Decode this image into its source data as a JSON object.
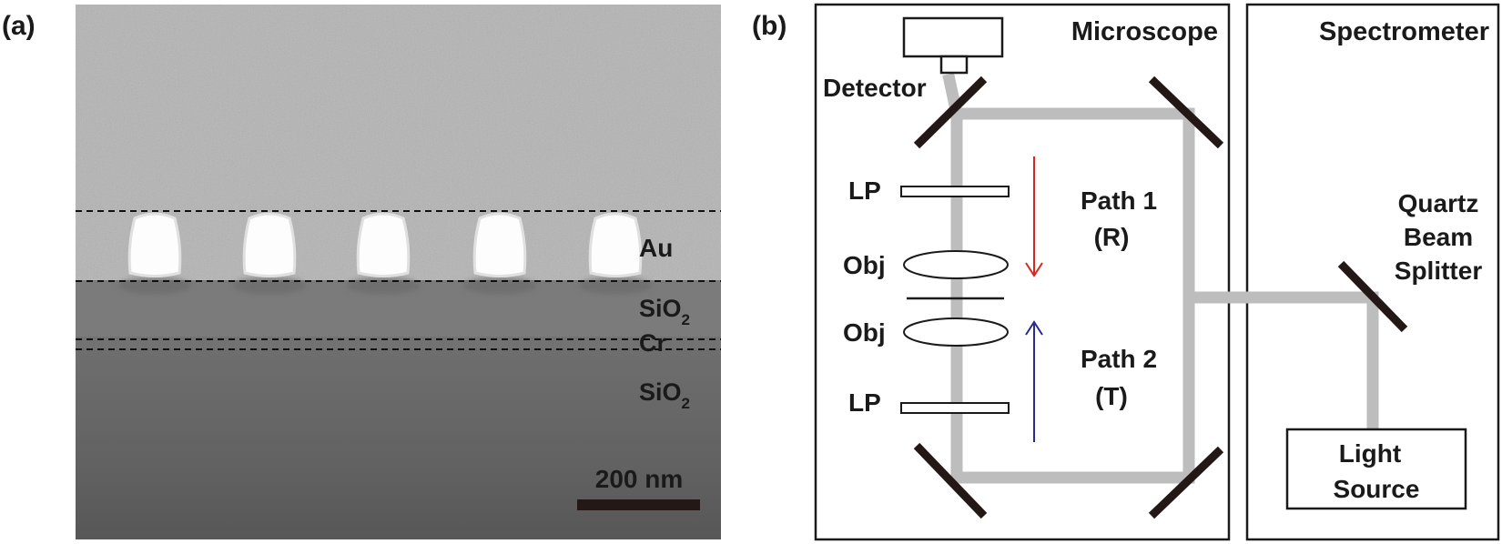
{
  "panel_a": {
    "panel_label": "(a)",
    "layers": {
      "au": "Au",
      "sio2_top_main": "SiO",
      "sio2_top_sub": "2",
      "cr": "Cr",
      "sio2_bottom_main": "SiO",
      "sio2_bottom_sub": "2"
    },
    "scale_bar_label": "200 nm",
    "particle_count": 5,
    "colors": {
      "background_top": "#b8b8b8",
      "band_sio2": "#7a7a7a",
      "substrate": "#6c6c6c",
      "particle": "#ffffff",
      "dashed_line": "#111111"
    }
  },
  "panel_b": {
    "panel_label": "(b)",
    "microscope_title": "Microscope",
    "spectrometer_title": "Spectrometer",
    "detector": "Detector",
    "lp_top": "LP",
    "lp_bottom": "LP",
    "obj_top": "Obj",
    "obj_bottom": "Obj",
    "path1": {
      "name": "Path 1",
      "mode": "(R)"
    },
    "path2": {
      "name": "Path 2",
      "mode": "(T)"
    },
    "beam_splitter": [
      "Quartz",
      "Beam",
      "Splitter"
    ],
    "light_source": [
      "Light",
      "Source"
    ],
    "colors": {
      "beam": "#bdbdbd",
      "mirror": "#231815",
      "arrow_path1": "#d6281e",
      "arrow_path2": "#2b2b8f",
      "frame": "#1a1a1a"
    }
  }
}
